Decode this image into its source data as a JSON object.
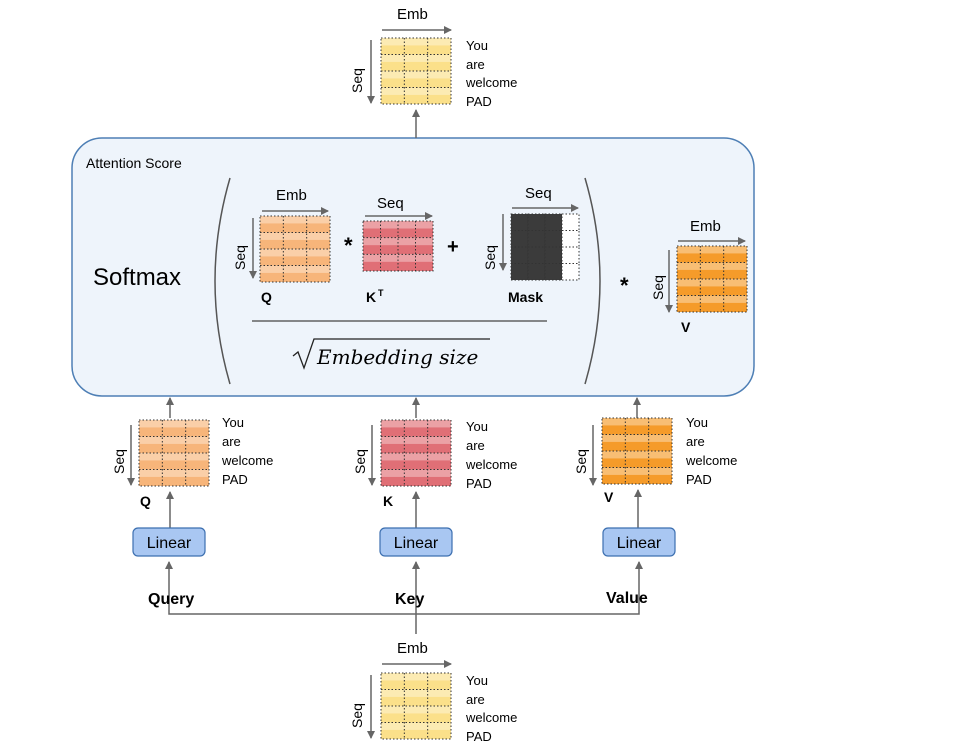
{
  "labels": {
    "emb": "Emb",
    "seq": "Seq",
    "tokens": [
      "You",
      "are",
      "welcome",
      "PAD"
    ]
  },
  "attention": {
    "title": "Attention Score",
    "softmax": "Softmax",
    "q": "Q",
    "k": "K",
    "k_sup": "T",
    "mask": "Mask",
    "v": "V",
    "times": "*",
    "plus": "+",
    "denominator": "Embedding size"
  },
  "projections": {
    "q_label": "Q",
    "k_label": "K",
    "v_label": "V",
    "linear": "Linear"
  },
  "inputs": {
    "query": "Query",
    "key": "Key",
    "value": "Value"
  },
  "colors": {
    "output_matrix": "#fbe08a",
    "input_matrix": "#fbe08a",
    "q_matrix": "#f7b57a",
    "k_matrix": "#e06f76",
    "v_matrix": "#f59b2a",
    "mask_matrix": "#3b3b3b",
    "linear_box": "#a9c7f2",
    "score_panel": "#eef4fb",
    "score_border": "#4e7fb5",
    "arrow": "#666666"
  }
}
